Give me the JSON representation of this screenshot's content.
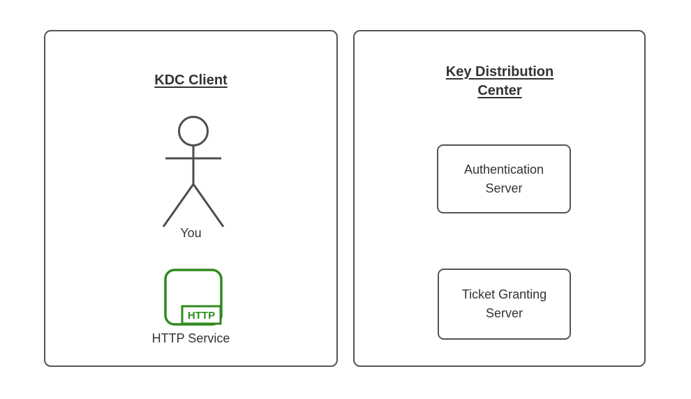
{
  "diagram": {
    "background": "#ffffff",
    "colors": {
      "panel_border": "#545454",
      "figure_stroke": "#4d4d4d",
      "text": "#333333",
      "accent_green": "#2f8a1f"
    },
    "client_panel": {
      "title": "KDC Client",
      "actor_label": "You",
      "service_icon_text": "HTTP",
      "service_label": "HTTP Service"
    },
    "kdc_panel": {
      "title": "Key Distribution Center",
      "boxes": [
        {
          "label": "Authentication Server"
        },
        {
          "label": "Ticket Granting Server"
        }
      ]
    }
  }
}
